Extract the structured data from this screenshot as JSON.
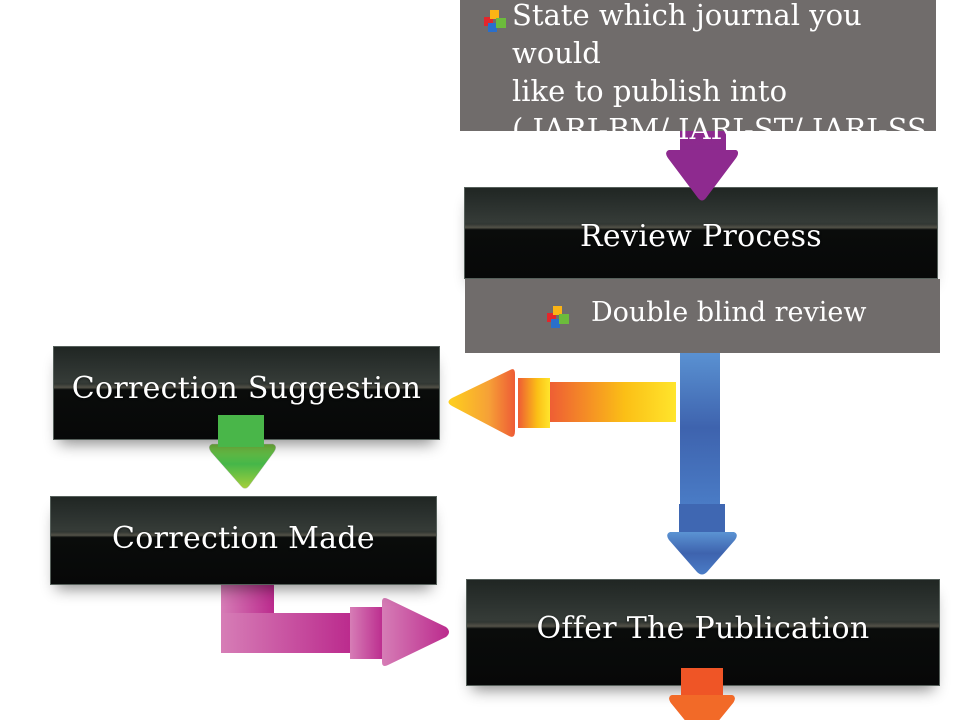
{
  "diagram": {
    "title": "Publication submission flow",
    "colors": {
      "grey_box": "#706c6b",
      "dark_box": "#0a0c0b",
      "text": "#ffffff",
      "arrow_purple": "#8e2a8f",
      "arrow_blue": "#3d64b0",
      "arrow_yellow_orange": [
        "#fee12a",
        "#f0613a"
      ],
      "arrow_green": [
        "#3fb64a",
        "#a6cf3c"
      ],
      "arrow_pink": [
        "#d877b4",
        "#b8228b"
      ],
      "arrow_orange": [
        "#f1592b",
        "#f58b2a"
      ]
    },
    "nodes": {
      "journal_choice": {
        "lines": [
          "State which journal you would",
          "like to publish into",
          "( IARJ-BM/ IARJ-ST/ IARJ-SS )"
        ],
        "bullet_icon": "colored-cubes-icon"
      },
      "review_process": {
        "label": "Review Process"
      },
      "review_detail": {
        "label": "Double blind review",
        "bullet_icon": "colored-cubes-icon"
      },
      "correction_suggestion": {
        "label": "Correction Suggestion"
      },
      "correction_made": {
        "label": "Correction Made"
      },
      "offer_publication": {
        "label": "Offer The Publication"
      }
    },
    "edges": [
      {
        "from": "journal_choice",
        "to": "review_process",
        "color": "purple",
        "direction": "down"
      },
      {
        "from": "review_detail",
        "to": "correction_suggestion",
        "color": "yellow-orange",
        "direction": "left"
      },
      {
        "from": "review_detail",
        "to": "offer_publication",
        "color": "blue",
        "direction": "down"
      },
      {
        "from": "correction_suggestion",
        "to": "correction_made",
        "color": "green",
        "direction": "down"
      },
      {
        "from": "correction_made",
        "to": "offer_publication",
        "color": "pink",
        "direction": "right"
      },
      {
        "from": "offer_publication",
        "to": "next",
        "color": "orange",
        "direction": "down"
      }
    ]
  }
}
